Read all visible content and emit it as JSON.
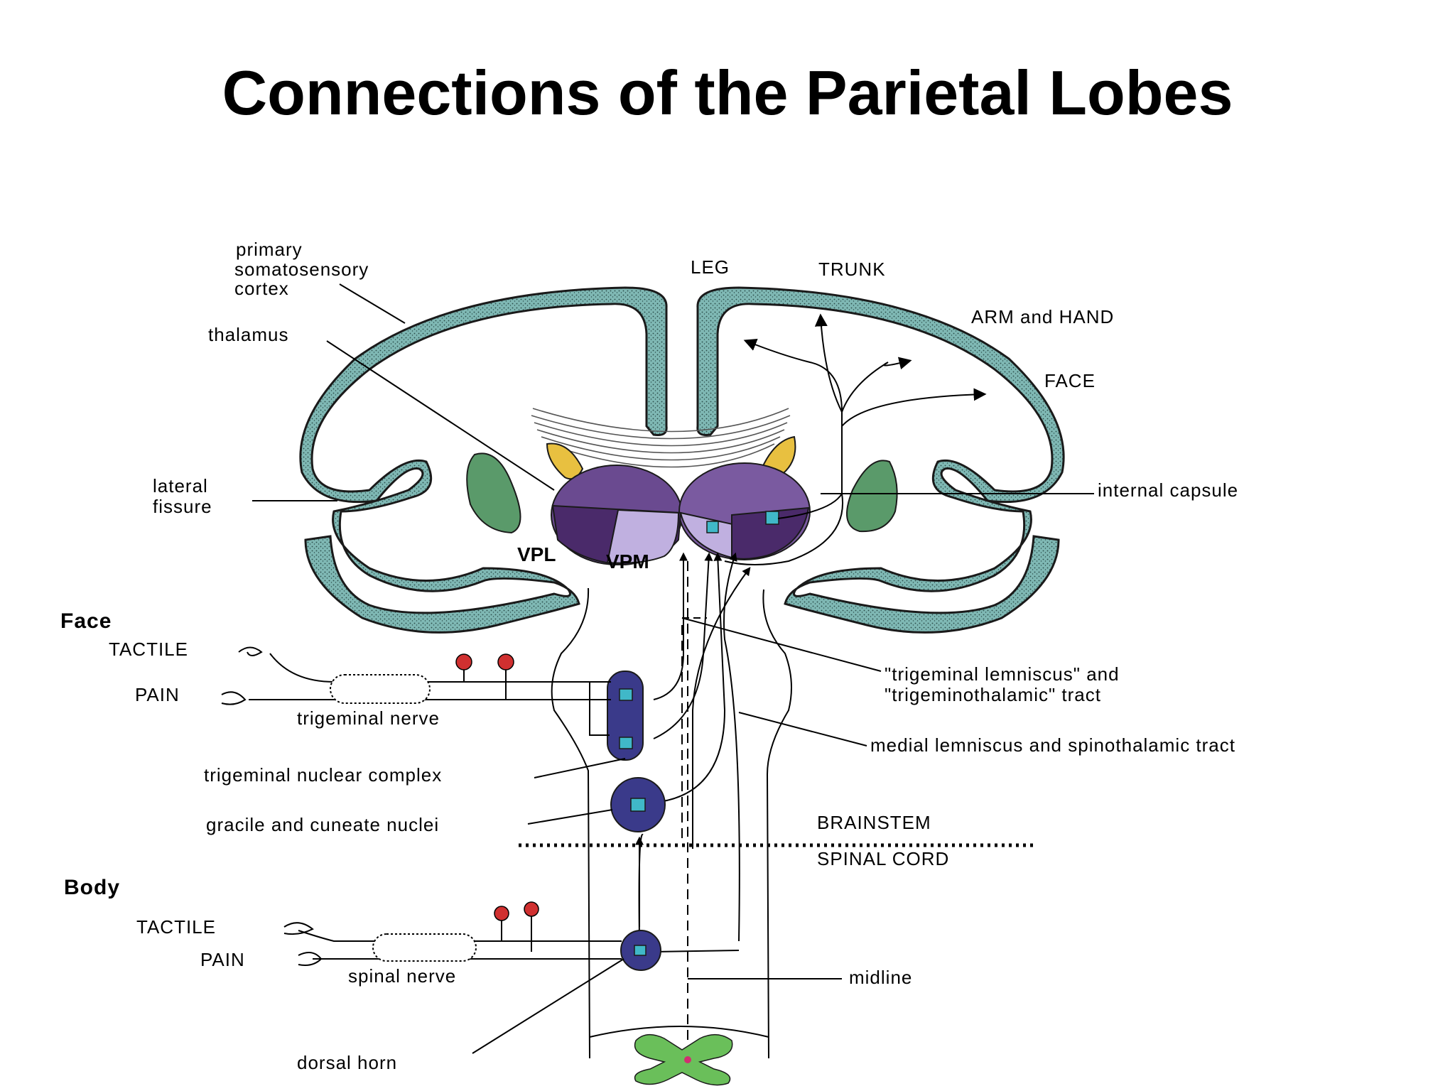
{
  "slide": {
    "title": "Connections of the Parietal Lobes"
  },
  "diagram": {
    "colors": {
      "cortex": "#7fb8b4",
      "cortex_stroke": "#1a1a1a",
      "putamen": "#5a9a6a",
      "caudate": "#e8c040",
      "thalamus": "#6a4a90",
      "thalamus_dark": "#4a2a6a",
      "thalamus_light": "#b8a8d8",
      "nucleus": "#3a3a8a",
      "nucleus_cell": "#40b8c8",
      "receptor": "#d03030",
      "spinal_gray": "#6abf5a"
    },
    "labels": {
      "primary_somatosensory_cortex": [
        "primary",
        "somatosensory",
        "cortex"
      ],
      "thalamus": "thalamus",
      "lateral_fissure": [
        "lateral",
        "fissure"
      ],
      "leg": "LEG",
      "trunk": "TRUNK",
      "arm_and_hand": "ARM and HAND",
      "face_cortex": "FACE",
      "internal_capsule": "internal capsule",
      "vpl": "VPL",
      "vpm": "VPM",
      "face_heading": "Face",
      "face_tactile": "TACTILE",
      "face_pain": "PAIN",
      "trigeminal_nerve": "trigeminal nerve",
      "trigeminal_lemniscus": [
        "\"trigeminal lemniscus\" and",
        "\"trigeminothalamic\" tract"
      ],
      "medial_lemniscus": "medial lemniscus and spinothalamic tract",
      "trigeminal_nuclear_complex": "trigeminal nuclear complex",
      "gracile_cuneate": "gracile and cuneate nuclei",
      "brainstem": "BRAINSTEM",
      "spinal_cord": "SPINAL CORD",
      "body_heading": "Body",
      "body_tactile": "TACTILE",
      "body_pain": "PAIN",
      "spinal_nerve": "spinal nerve",
      "midline": "midline",
      "dorsal_horn": "dorsal horn"
    }
  }
}
